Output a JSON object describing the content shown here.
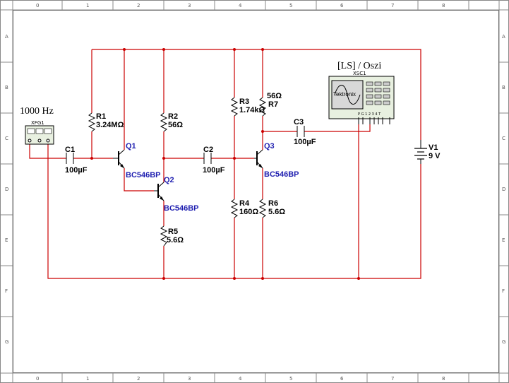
{
  "ruler": {
    "columns": [
      "0",
      "1",
      "2",
      "3",
      "4",
      "5",
      "6",
      "7",
      "8"
    ],
    "rows": [
      "A",
      "B",
      "C",
      "D",
      "E",
      "F",
      "G"
    ]
  },
  "colors": {
    "wire": "#cc0000",
    "part_model": "#1f1fb0"
  },
  "generator": {
    "title": "1000 Hz",
    "ref": "XFG1"
  },
  "scope": {
    "title": "[LS] / Oszi",
    "ref": "XSC1",
    "brand": "Tektronix",
    "terminal_labels": "P G  1 2 3 4  T"
  },
  "components": {
    "c1": {
      "ref": "C1",
      "value": "100µF"
    },
    "c2": {
      "ref": "C2",
      "value": "100µF"
    },
    "c3": {
      "ref": "C3",
      "value": "100µF"
    },
    "r1": {
      "ref": "R1",
      "value": "3.24MΩ"
    },
    "r2": {
      "ref": "R2",
      "value": "56Ω"
    },
    "r3": {
      "ref": "R3",
      "value": "1.74kΩ"
    },
    "r4": {
      "ref": "R4",
      "value": "160Ω"
    },
    "r5": {
      "ref": "R5",
      "value": "5.6Ω"
    },
    "r6": {
      "ref": "R6",
      "value": "5.6Ω"
    },
    "r7": {
      "ref": "R7",
      "value": "56Ω"
    },
    "q1": {
      "ref": "Q1",
      "model": "BC546BP"
    },
    "q2": {
      "ref": "Q2",
      "model": "BC546BP"
    },
    "q3": {
      "ref": "Q3",
      "model": "BC546BP"
    },
    "v1": {
      "ref": "V1",
      "value": "9 V"
    }
  }
}
